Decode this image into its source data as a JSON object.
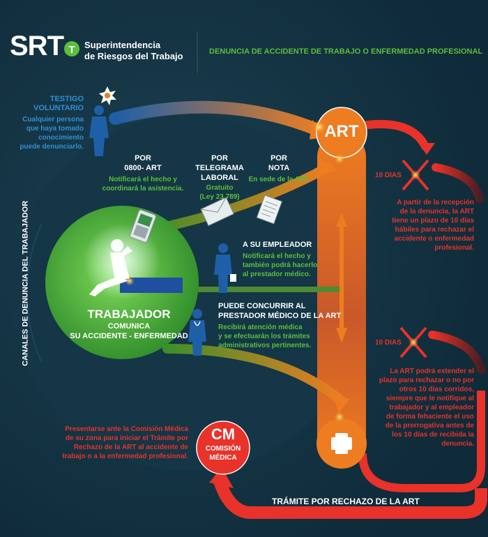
{
  "header": {
    "logo_text": "SRT",
    "org_line1": "Superintendencia",
    "org_line2": "de Riesgos del Trabajo",
    "title": "DENUNCIA DE ACCIDENTE DE TRABAJO O ENFERMEDAD PROFESIONAL"
  },
  "testigo": {
    "title_line1": "TESTIGO",
    "title_line2": "VOLUNTARIO",
    "desc_line1": "Cualquier persona",
    "desc_line2": "que haya tomado",
    "desc_line3": "conocimiento",
    "desc_line4": "puede denunciarlo."
  },
  "canal_0800": {
    "title_line1": "POR",
    "title_line2": "0800- ART",
    "desc_line1": "Notificará el hecho y",
    "desc_line2": "coordinará la asistencia."
  },
  "canal_telegrama": {
    "title_line1": "POR",
    "title_line2": "TELEGRAMA",
    "title_line3": "LABORAL",
    "desc_line1": "Gratuito",
    "desc_line2": "(Ley 23.789)"
  },
  "canal_nota": {
    "title_line1": "POR",
    "title_line2": "NOTA",
    "desc_line1": "En sede de la ART"
  },
  "art": {
    "label": "ART"
  },
  "plazo1": {
    "days": "10 DIAS",
    "desc_line1": "A partir de la recepción",
    "desc_line2": "de la denuncia, la ART",
    "desc_line3": "tiene un plazo de 10 días",
    "desc_line4": "hábiles para rechazar el",
    "desc_line5": "accidente o enfermedad",
    "desc_line6": "profesional."
  },
  "plazo2": {
    "days": "10 DIAS",
    "desc_line1": "La ART podrá extender el",
    "desc_line2": "plazo para rechazar o no por",
    "desc_line3": "otros 10 días corridos,",
    "desc_line4": "siempre que le notifique al",
    "desc_line5": "trabajador y al empleador",
    "desc_line6": "de forma fehaciente el uso",
    "desc_line7": "de la prerrogativa antes de",
    "desc_line8": "los 10 días de recibida la",
    "desc_line9": "denuncia."
  },
  "empleador": {
    "title": "A SU EMPLEADOR",
    "desc_line1": "Notificará el hecho y",
    "desc_line2": "también podrá hacerlo",
    "desc_line3": "al prestador médico."
  },
  "prestador": {
    "title_line1": "PUEDE CONCURRIR AL",
    "title_line2": "PRESTADOR MÉDICO DE LA ART",
    "desc_line1": "Recibirá atención médica",
    "desc_line2": "y se efectuarán los trámites",
    "desc_line3": "administrativos pertinentes."
  },
  "trabajador": {
    "title": "TRABAJADOR",
    "sub_line1": "COMUNICA",
    "sub_line2": "SU ACCIDENTE  - ENFERMEDAD"
  },
  "canales_label": "CANALES DE DENUNCIA DEL TRABAJADOR",
  "comision": {
    "desc_line1": "Presentarse ante la Comisión Médica",
    "desc_line2": "de su zona para iniciar el Trámite por",
    "desc_line3": "Rechazo de la ART al accidente de",
    "desc_line4": "trabajo o a la enfermedad profesional.",
    "abbr": "CM",
    "name_line1": "COMISIÓN",
    "name_line2": "MÉDICA"
  },
  "tramite_label": "TRÁMITE POR RECHAZO DE LA ART",
  "colors": {
    "background": "#0f2a38",
    "green": "#5bbf3c",
    "blue": "#2f8fd6",
    "orange": "#ee7d21",
    "red": "#e8322a"
  },
  "icons": [
    "srt-logo-icon",
    "speech-burst-icon",
    "mobile-phone-icon",
    "envelope-icon",
    "paper-note-icon",
    "medical-cross-icon",
    "reject-x-icon",
    "person-icon"
  ]
}
